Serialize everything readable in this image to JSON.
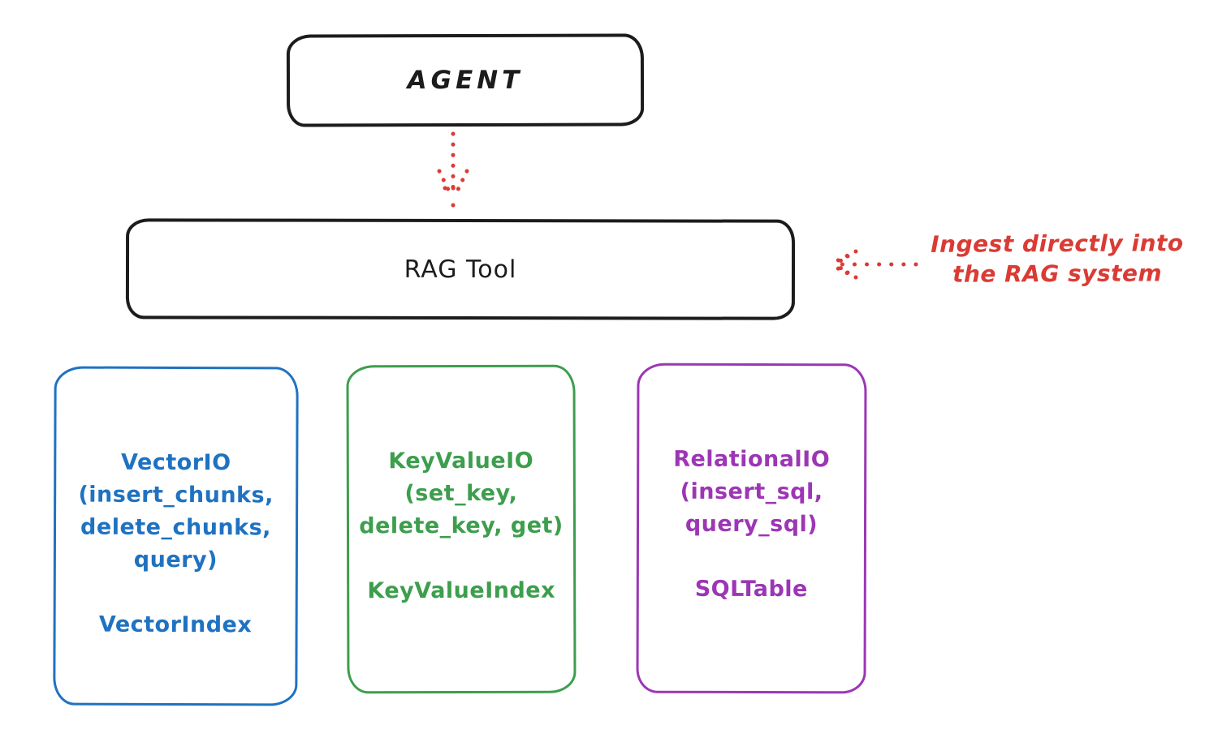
{
  "diagram": {
    "agent": {
      "label": "AGENT"
    },
    "rag_tool": {
      "label": "RAG Tool"
    },
    "annotation": {
      "line1": "Ingest directly into",
      "line2": "the RAG system"
    }
  },
  "backends": [
    {
      "id": "vector-io",
      "color": "#1f72c1",
      "title_lines": [
        "VectorIO",
        "(insert_chunks,",
        "delete_chunks,",
        "query)"
      ],
      "index_label": "VectorIndex"
    },
    {
      "id": "keyvalue-io",
      "color": "#3d9e4d",
      "title_lines": [
        "KeyValueIO",
        "(set_key,",
        "delete_key, get)"
      ],
      "index_label": "KeyValueIndex"
    },
    {
      "id": "relational-io",
      "color": "#9c36b5",
      "title_lines": [
        "RelationalIO",
        "(insert_sql,",
        "query_sql)"
      ],
      "index_label": "SQLTable"
    }
  ],
  "colors": {
    "ink": "#1c1c1c",
    "red_accent": "#da3b34",
    "blue": "#1f72c1",
    "green": "#3d9e4d",
    "purple": "#9c36b5",
    "background": "#ffffff"
  }
}
